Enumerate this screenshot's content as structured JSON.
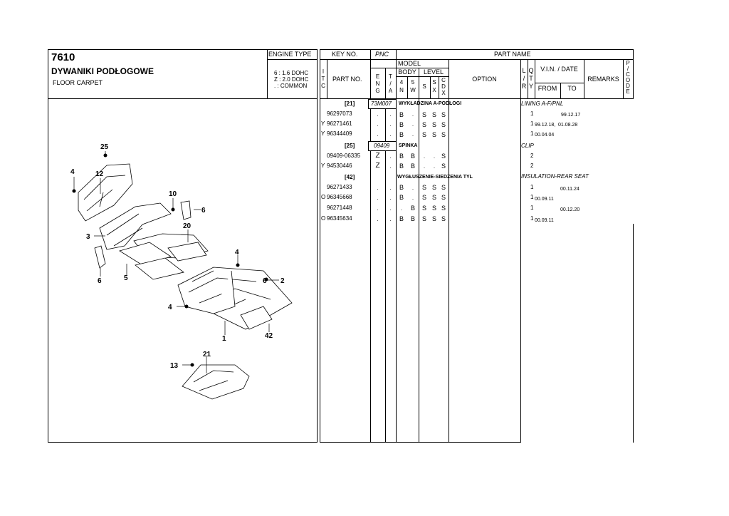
{
  "header": {
    "code": "7610",
    "title_pl": "DYWANIKI PODŁOGOWE",
    "title_en": "FLOOR CARPET",
    "engine_type_label": "ENGINE TYPE",
    "engine_lines": [
      "6 : 1.6 DOHC",
      "Z : 2.0 DOHC",
      ". : COMMON"
    ]
  },
  "columns": {
    "key_no": "KEY NO.",
    "pnc": "PNC",
    "part_name": "PART NAME",
    "itc": [
      "I",
      "T",
      "C"
    ],
    "part_no": "PART NO.",
    "model": "MODEL",
    "eng": [
      "E",
      "N",
      "G"
    ],
    "ta": [
      "T",
      "/",
      "A"
    ],
    "body": "BODY",
    "body_4n": [
      "4",
      "N"
    ],
    "body_5w": [
      "5",
      "W"
    ],
    "level": "LEVEL",
    "level_s": "S",
    "level_sx": [
      "S",
      "X"
    ],
    "level_cdx": [
      "C",
      "D",
      "X"
    ],
    "option": "OPTION",
    "lr": [
      "L",
      "/",
      "R"
    ],
    "qty": [
      "Q",
      "T",
      "Y"
    ],
    "vin_date": "V.I.N. / DATE",
    "from": "FROM",
    "to": "TO",
    "remarks": "REMARKS",
    "pcode": [
      "P",
      "/",
      "C",
      "O",
      "D",
      "E"
    ]
  },
  "rows": [
    {
      "type": "group",
      "key": "[21]",
      "pnc": "73M007",
      "name_pl": "WYKŁADZINA A-PODŁOGI",
      "name_en": "LINING A-F/PNL"
    },
    {
      "type": "part",
      "itc": "",
      "part_no": "96297073",
      "eng": ".",
      "ta": ".",
      "n4": "B",
      "w5": ".",
      "s": "S",
      "sx": "S",
      "cdx": "S",
      "lr": "",
      "qty": "1",
      "from": "",
      "to": "99.12.17"
    },
    {
      "type": "part",
      "itc": "Y",
      "part_no": "96271461",
      "eng": ".",
      "ta": ".",
      "n4": "B",
      "w5": ".",
      "s": "S",
      "sx": "S",
      "cdx": "S",
      "lr": "",
      "qty": "1",
      "from": "99.12.18,",
      "to": "01.08.28"
    },
    {
      "type": "part",
      "itc": "Y",
      "part_no": "96344409",
      "eng": ".",
      "ta": ".",
      "n4": "B",
      "w5": ".",
      "s": "S",
      "sx": "S",
      "cdx": "S",
      "lr": "",
      "qty": "1",
      "from": "00.04.04",
      "to": ""
    },
    {
      "type": "group",
      "key": "[25]",
      "pnc": "09409",
      "name_pl": "SPINKA",
      "name_en": "CLIP"
    },
    {
      "type": "part",
      "itc": "",
      "part_no": "09409-06335",
      "eng": "Z",
      "ta": ".",
      "n4": "B",
      "w5": "B",
      "s": ".",
      "sx": ".",
      "cdx": "S",
      "lr": "",
      "qty": "2",
      "from": "",
      "to": ""
    },
    {
      "type": "part",
      "itc": "Y",
      "part_no": "94530446",
      "eng": "Z",
      "ta": ".",
      "n4": "B",
      "w5": "B",
      "s": ".",
      "sx": ".",
      "cdx": "S",
      "lr": "",
      "qty": "2",
      "from": "",
      "to": ""
    },
    {
      "type": "group",
      "key": "[42]",
      "pnc": "",
      "name_pl": "WYGŁUSZENIE-SIEDZENIA TYL",
      "name_en": "INSULATION-REAR SEAT"
    },
    {
      "type": "part",
      "itc": "",
      "part_no": "96271433",
      "eng": ".",
      "ta": ".",
      "n4": "B",
      "w5": ".",
      "s": "S",
      "sx": "S",
      "cdx": "S",
      "lr": "",
      "qty": "1",
      "from": "",
      "to": "00.11.24"
    },
    {
      "type": "part",
      "itc": "O",
      "part_no": "96345668",
      "eng": ".",
      "ta": ".",
      "n4": "B",
      "w5": ".",
      "s": "S",
      "sx": "S",
      "cdx": "S",
      "lr": "",
      "qty": "1",
      "from": "00.09.11",
      "to": ""
    },
    {
      "type": "part",
      "itc": "",
      "part_no": "96271448",
      "eng": ".",
      "ta": ".",
      "n4": ".",
      "w5": "B",
      "s": "S",
      "sx": "S",
      "cdx": "S",
      "lr": "",
      "qty": "1",
      "from": "",
      "to": "00.12.20"
    },
    {
      "type": "part",
      "itc": "O",
      "part_no": "96345634",
      "eng": ".",
      "ta": ".",
      "n4": "B",
      "w5": "B",
      "s": "S",
      "sx": "S",
      "cdx": "S",
      "lr": "",
      "qty": "1",
      "from": "00.09.11",
      "to": ""
    }
  ],
  "diagram": {
    "callouts": [
      "25",
      "4",
      "12",
      "10",
      "6",
      "20",
      "3",
      "4",
      "6",
      "5",
      "6",
      "2",
      "4",
      "1",
      "42",
      "21",
      "13"
    ]
  }
}
